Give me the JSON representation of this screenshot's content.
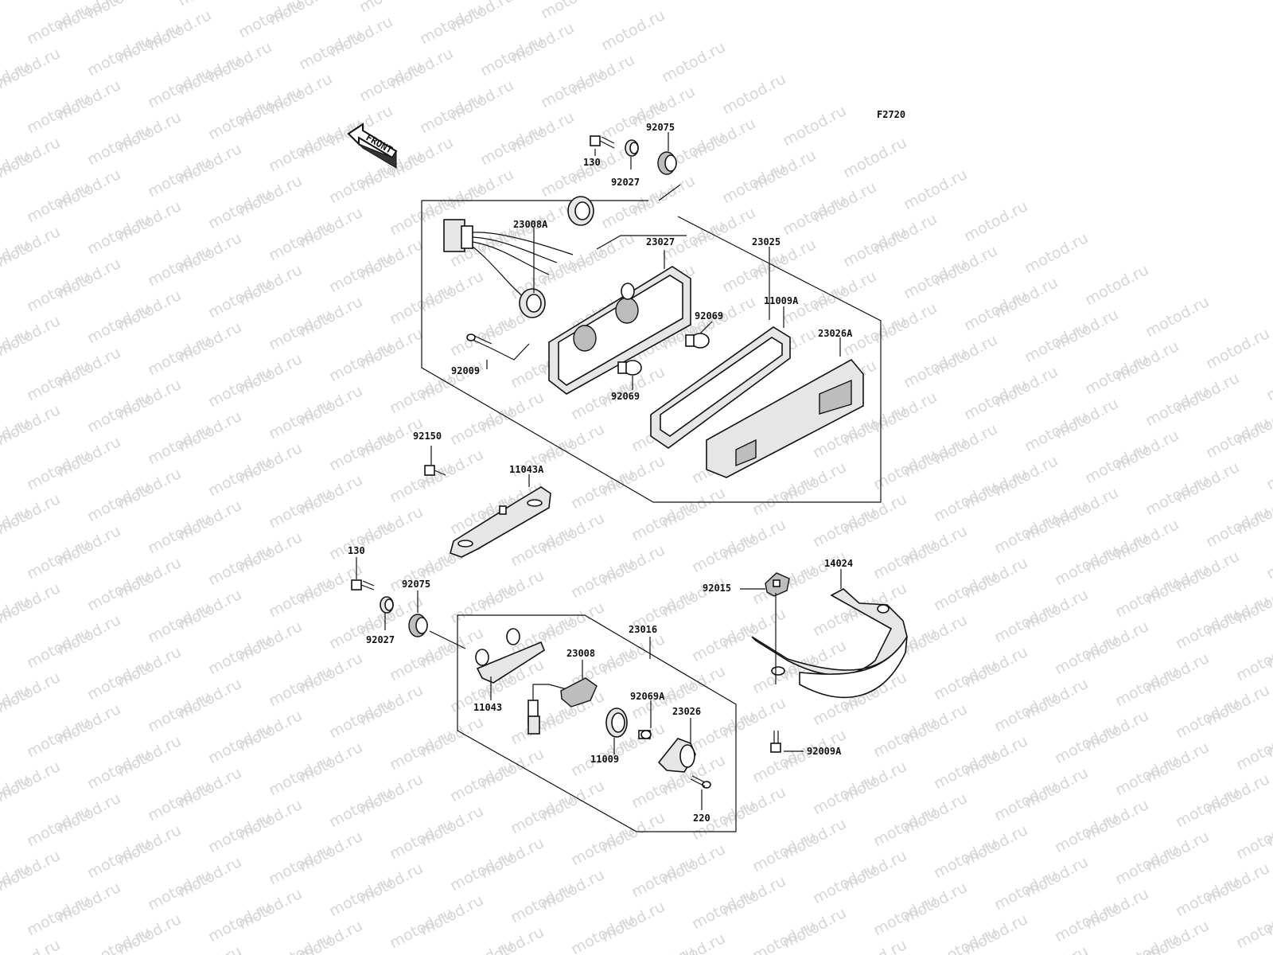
{
  "diagram": {
    "ref_code": "F2720",
    "front_label": "FRONT",
    "watermark": "motod.ru",
    "callouts": {
      "c130_top": "130",
      "c92027_top": "92027",
      "c92075_top": "92075",
      "c23008A": "23008A",
      "c23027": "23027",
      "c23025": "23025",
      "c11009A": "11009A",
      "c92069_a": "92069",
      "c92069_b": "92069",
      "c23026A": "23026A",
      "c92009": "92009",
      "c92150": "92150",
      "c11043A": "11043A",
      "c130_bot": "130",
      "c92075_bot": "92075",
      "c92027_bot": "92027",
      "c23016": "23016",
      "c23008": "23008",
      "c11043": "11043",
      "c92069A": "92069A",
      "c23026": "23026",
      "c11009": "11009",
      "c220": "220",
      "c92015": "92015",
      "c14024": "14024",
      "c92009A": "92009A"
    }
  }
}
